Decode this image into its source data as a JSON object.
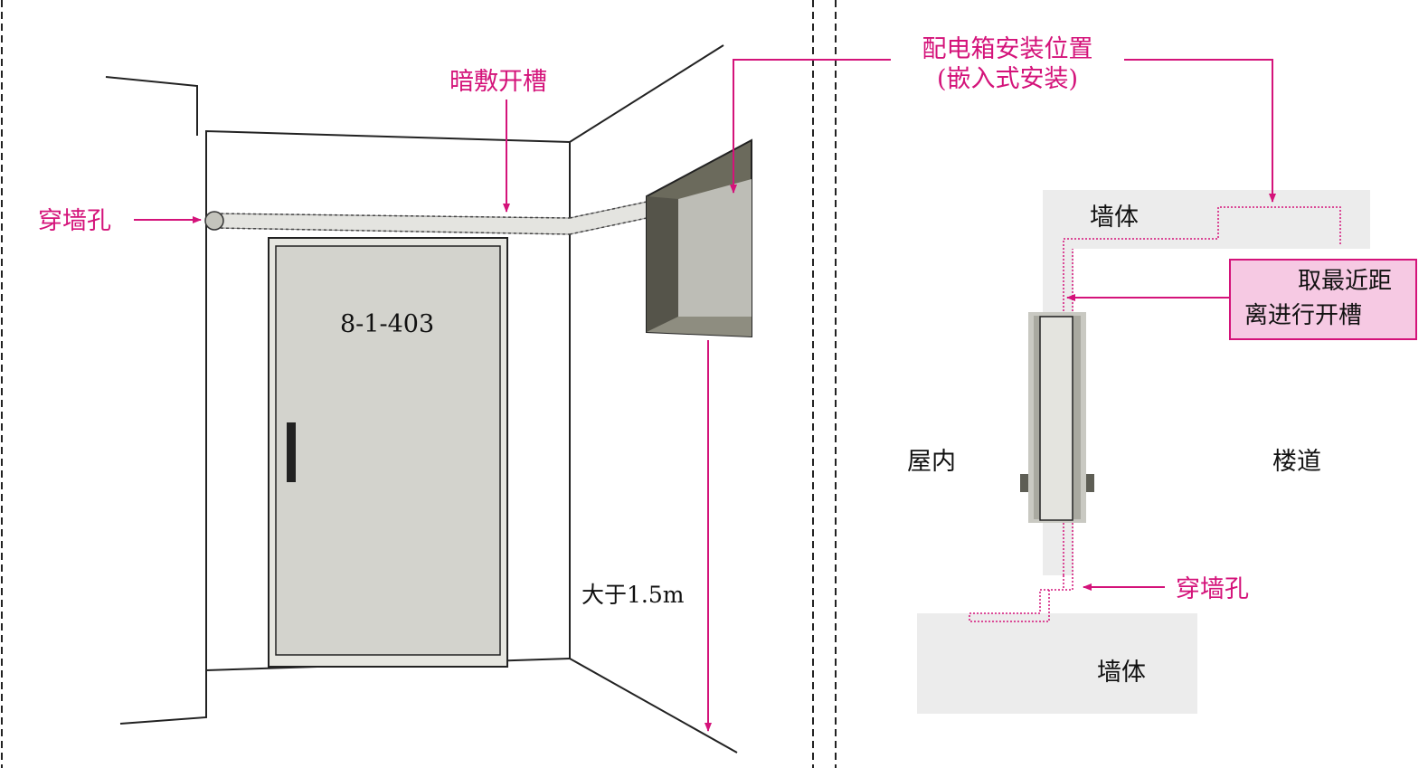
{
  "perspective_view": {
    "through_hole_label": "穿墙孔",
    "concealed_slot_label": "暗敷开槽",
    "door_number": "8-1-403",
    "height_label": "大于1.5m"
  },
  "box_location": {
    "line1": "配电箱安装位置",
    "line2": "(嵌入式安装)"
  },
  "plan_view": {
    "wall_top_label": "墙体",
    "wall_bottom_label": "墙体",
    "indoor_label": "屋内",
    "corridor_label": "楼道",
    "through_hole_label": "穿墙孔",
    "note_line1": "取最近距",
    "note_line2": "离进行开槽"
  },
  "colors": {
    "accent": "#d4137a",
    "note_fill": "#f6c9e3",
    "door_fill": "#d3d3cd",
    "box_dark": "#6b6a5c",
    "box_inner": "#bdbdb6",
    "wall_plan": "#ececec"
  }
}
